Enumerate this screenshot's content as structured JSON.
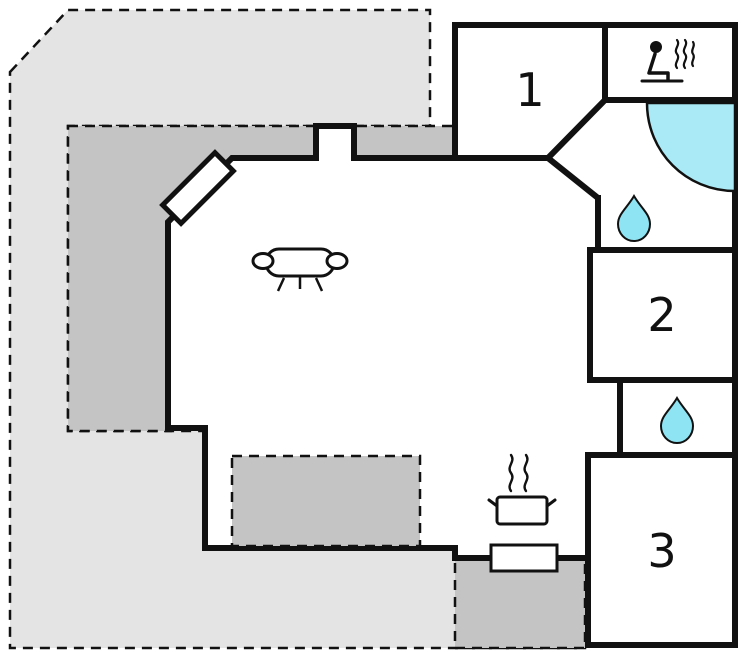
{
  "rooms": [
    {
      "id": "room-1",
      "label": "1"
    },
    {
      "id": "room-2",
      "label": "2"
    },
    {
      "id": "room-3",
      "label": "3"
    }
  ],
  "colors": {
    "wall": "#111111",
    "interior": "#ffffff",
    "terrace_light": "#e4e4e4",
    "terrace_dark": "#c4c4c4",
    "water_drop": "#8ee4f2",
    "shower": "#a9eaf6"
  },
  "icons": {
    "sauna": "person-in-sauna-with-steam",
    "shower": "corner-shower-basin",
    "bath_drop": "water-drop",
    "wc_drop": "water-drop",
    "sofa": "sofa-front-view",
    "stove": "cooking-pot-with-steam",
    "counter": "kitchen-counter-unit",
    "door": "entrance-door-leaf"
  }
}
